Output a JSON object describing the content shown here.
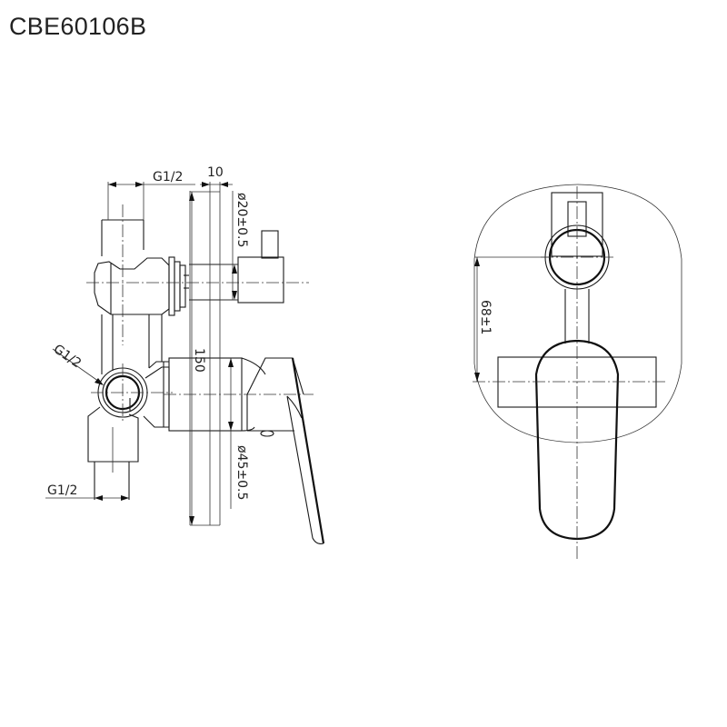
{
  "title": "CBE60106B",
  "views": {
    "side_view": {
      "dimensions": {
        "top_inlet": "G1/2",
        "plate_thickness": "10",
        "upper_outlet_diameter": "ø20±0.5",
        "side_inlet": "G1/2",
        "overall_height": "150",
        "cartridge_diameter": "ø45±0.5",
        "bottom_outlet": "G1/2"
      }
    },
    "front_view": {
      "dimensions": {
        "center_distance": "68±1"
      }
    }
  },
  "colors": {
    "line": "#1a1a1a",
    "background": "#ffffff"
  }
}
